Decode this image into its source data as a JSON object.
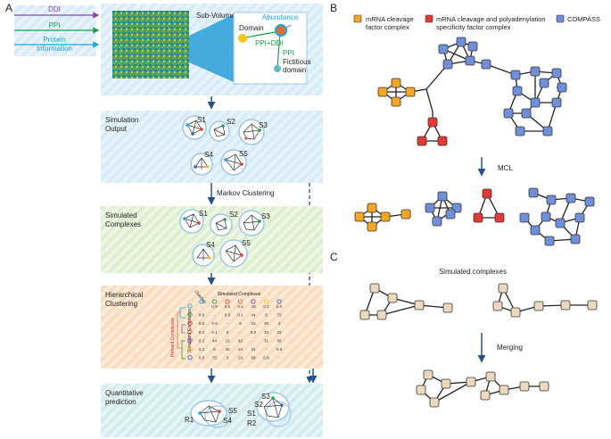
{
  "panels": {
    "a": "A",
    "b": "B",
    "c": "C"
  },
  "inputs": [
    {
      "label": "DDI",
      "color": "#8e44ad"
    },
    {
      "label": "PPI",
      "color": "#1aa24a"
    },
    {
      "label": "Protein",
      "color": "#1aa7d8"
    },
    {
      "label": "Information",
      "color": "#1aa7d8"
    }
  ],
  "subvolumes": {
    "label": "Sub-Volumes",
    "domain": "Domain",
    "abundance": "Abundance",
    "ppi_ddi": "PPI+DDI",
    "ppi": "PPI",
    "fictitious": "Fictitious",
    "domain2": "domain"
  },
  "stages": [
    {
      "line1": "Simulation",
      "line2": "Output"
    },
    {
      "line1": "Simulated",
      "line2": "Complexes"
    },
    {
      "line1": "Hierarchical",
      "line2": "Clustering"
    },
    {
      "line1": "Quantitative",
      "line2": "prediction"
    }
  ],
  "markov": "Markov Clustering",
  "sim_labels": [
    "S1",
    "S2",
    "S3",
    "S4",
    "S5"
  ],
  "result_labels": [
    "R1",
    "R2"
  ],
  "heatmap": {
    "title": "Simulated Complexes",
    "row_title": "Simulated Complexes",
    "overlap": "Overlap",
    "refined": "Refined Complexes",
    "values": [
      [
        "-",
        "0.9",
        "0.5",
        "0.2",
        "15",
        "0.1",
        "0.0"
      ],
      [
        "0.9",
        "-",
        "0.5",
        "0.1",
        "44",
        "6",
        "72"
      ],
      [
        "0.5",
        "0.5",
        "-",
        "6",
        "15",
        "30",
        "3"
      ],
      [
        "0.4",
        "0.1",
        "6",
        "-",
        "8.0",
        "34",
        "23"
      ],
      [
        "0.2",
        "44",
        "15",
        "82",
        "-",
        "31",
        "56"
      ],
      [
        "0.1",
        "6",
        "30",
        "34",
        "31",
        "-",
        "0.6"
      ],
      [
        "0.0",
        "72",
        "3",
        "23",
        "56",
        "0.8",
        "-"
      ]
    ]
  },
  "legend": [
    {
      "line1": "mRNA cleavage",
      "line2": "factor complex",
      "color": "#f5a623"
    },
    {
      "line1": "mRNA cleavage and polyadenylation",
      "line2": "specificity factor complex",
      "color": "#e53935"
    },
    {
      "line1": "COMPASS",
      "line2": "",
      "color": "#6f8fd8"
    }
  ],
  "mcl": "MCL",
  "c_title": "Simulated complexes",
  "merging": "Merging",
  "colors": {
    "accent_blue": "#23528f",
    "band_blue": "#d9ecf8",
    "band_green": "#e3f1d8",
    "band_orange": "#fde3c8",
    "beige": "#ecd8bc"
  }
}
